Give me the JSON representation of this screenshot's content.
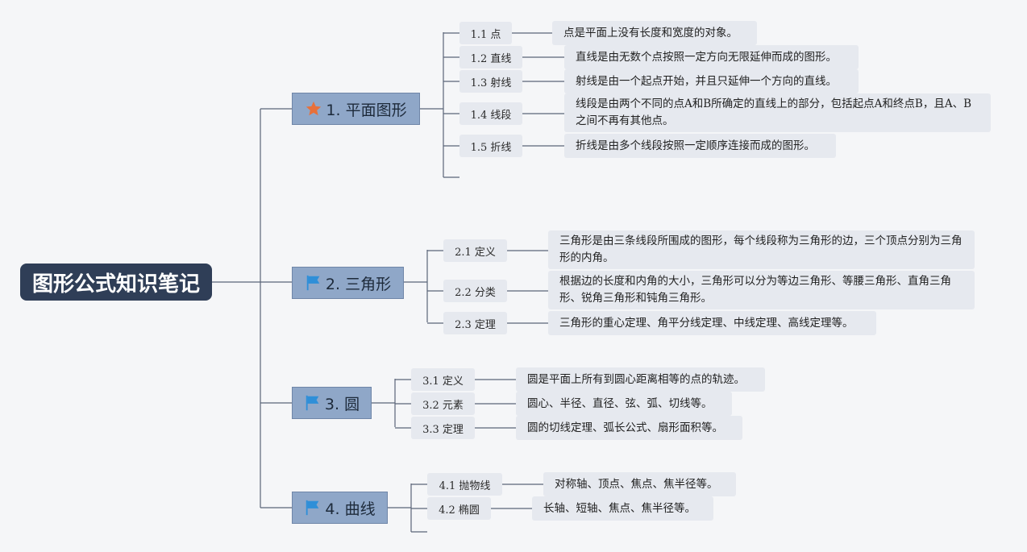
{
  "root": {
    "title": "图形公式知识笔记"
  },
  "branches": [
    {
      "title": "1. 平面图形",
      "icon": "star-icon",
      "items": [
        {
          "label": "1.1 点",
          "desc": "点是平面上没有长度和宽度的对象。"
        },
        {
          "label": "1.2 直线",
          "desc": "直线是由无数个点按照一定方向无限延伸而成的图形。"
        },
        {
          "label": "1.3 射线",
          "desc": "射线是由一个起点开始，并且只延伸一个方向的直线。"
        },
        {
          "label": "1.4 线段",
          "desc": "线段是由两个不同的点A和B所确定的直线上的部分，包括起点A和终点B，且A、B之间不再有其他点。"
        },
        {
          "label": "1.5 折线",
          "desc": "折线是由多个线段按照一定顺序连接而成的图形。"
        }
      ]
    },
    {
      "title": "2. 三角形",
      "icon": "flag-icon",
      "items": [
        {
          "label": "2.1 定义",
          "desc": "三角形是由三条线段所围成的图形，每个线段称为三角形的边，三个顶点分别为三角形的内角。"
        },
        {
          "label": "2.2 分类",
          "desc": "根据边的长度和内角的大小，三角形可以分为等边三角形、等腰三角形、直角三角形、锐角三角形和钝角三角形。"
        },
        {
          "label": "2.3 定理",
          "desc": "三角形的重心定理、角平分线定理、中线定理、高线定理等。"
        }
      ]
    },
    {
      "title": "3. 圆",
      "icon": "flag-icon",
      "items": [
        {
          "label": "3.1 定义",
          "desc": "圆是平面上所有到圆心距离相等的点的轨迹。"
        },
        {
          "label": "3.2 元素",
          "desc": "圆心、半径、直径、弦、弧、切线等。"
        },
        {
          "label": "3.3 定理",
          "desc": "圆的切线定理、弧长公式、扇形面积等。"
        }
      ]
    },
    {
      "title": "4. 曲线",
      "icon": "flag-icon",
      "items": [
        {
          "label": "4.1 抛物线",
          "desc": "对称轴、顶点、焦点、焦半径等。"
        },
        {
          "label": "4.2 椭圆",
          "desc": "长轴、短轴、焦点、焦半径等。"
        }
      ]
    }
  ],
  "colors": {
    "star": "#e8703a",
    "flag": "#2f8fd8",
    "line": "#5a6578"
  }
}
